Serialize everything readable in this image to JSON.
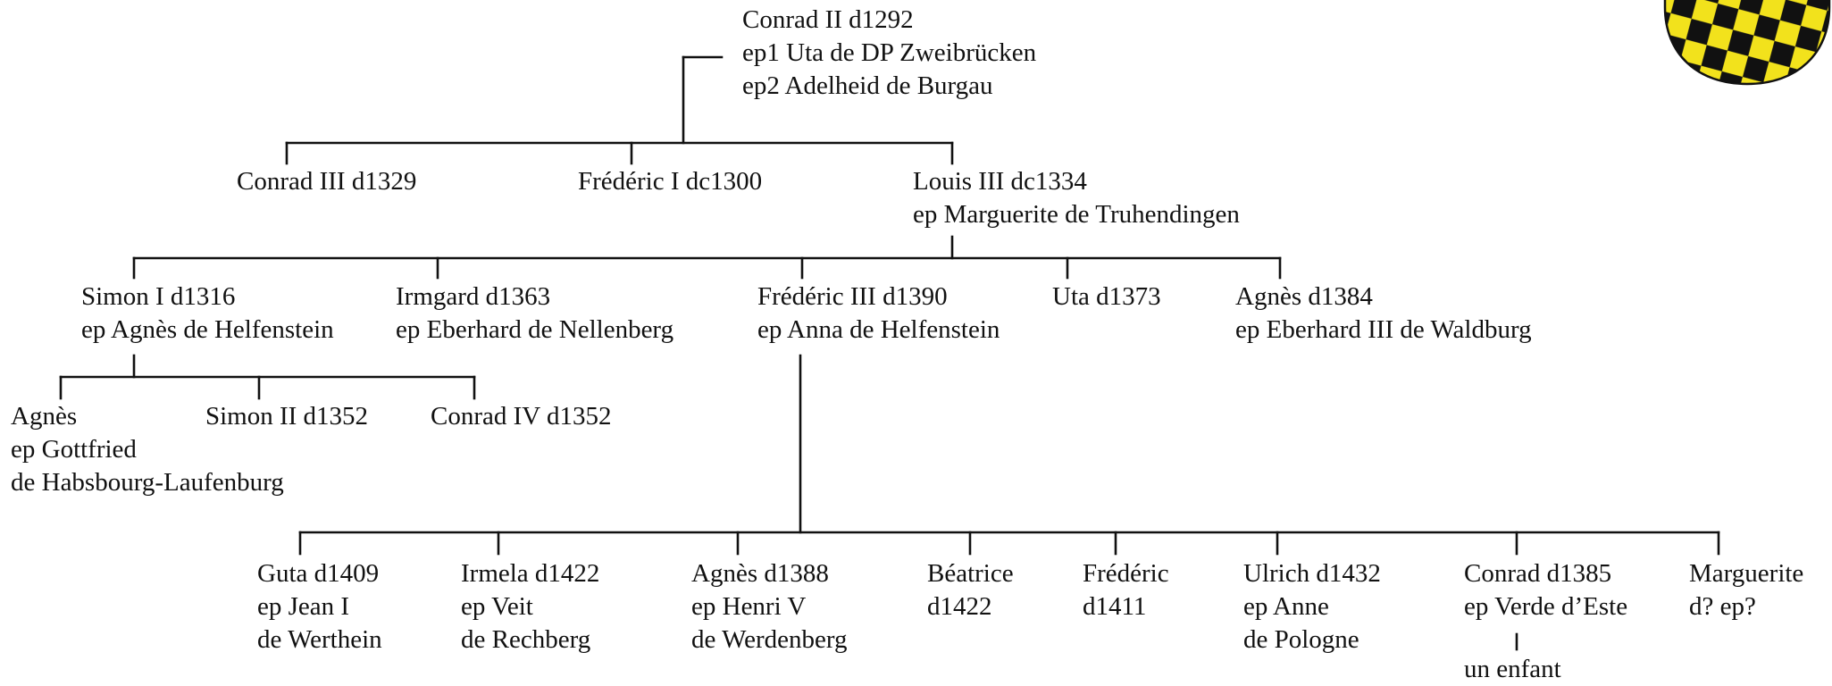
{
  "tree": {
    "root": {
      "lines": [
        "Conrad II d1292",
        "ep1 Uta de DP Zweibrücken",
        "ep2 Adelheid de Burgau"
      ]
    },
    "gen2": {
      "conrad_iii": {
        "lines": [
          "Conrad III d1329"
        ]
      },
      "frederic_i": {
        "lines": [
          "Frédéric I dc1300"
        ]
      },
      "louis_iii": {
        "lines": [
          "Louis III dc1334",
          "ep Marguerite de Truhendingen"
        ]
      }
    },
    "gen3": {
      "simon_i": {
        "lines": [
          "Simon I d1316",
          "ep Agnès de Helfenstein"
        ]
      },
      "irmgard": {
        "lines": [
          "Irmgard d1363",
          "ep Eberhard de Nellenberg"
        ]
      },
      "frederic_iii": {
        "lines": [
          "Frédéric III d1390",
          "ep Anna de Helfenstein"
        ]
      },
      "uta": {
        "lines": [
          "Uta d1373"
        ]
      },
      "agnes_1384": {
        "lines": [
          "Agnès d1384",
          "ep Eberhard III de Waldburg"
        ]
      }
    },
    "gen4_simon": {
      "agnes": {
        "lines": [
          "Agnès",
          "ep Gottfried",
          "de Habsbourg-Laufenburg"
        ]
      },
      "simon_ii": {
        "lines": [
          "Simon II d1352"
        ]
      },
      "conrad_iv": {
        "lines": [
          "Conrad IV d1352"
        ]
      }
    },
    "gen4_frederic": {
      "guta": {
        "lines": [
          "Guta d1409",
          "ep Jean I",
          "de Werthein"
        ]
      },
      "irmela": {
        "lines": [
          "Irmela d1422",
          "ep Veit",
          "de Rechberg"
        ]
      },
      "agnes_1388": {
        "lines": [
          "Agnès d1388",
          "ep Henri V",
          "de Werdenberg"
        ]
      },
      "beatrice": {
        "lines": [
          "Béatrice",
          "d1422"
        ]
      },
      "frederic": {
        "lines": [
          "Frédéric",
          "d1411"
        ]
      },
      "ulrich": {
        "lines": [
          "Ulrich d1432",
          "ep Anne",
          "de Pologne"
        ]
      },
      "conrad_1385": {
        "lines": [
          "Conrad d1385",
          "ep Verde d’Este"
        ]
      },
      "marguerite": {
        "lines": [
          "Marguerite",
          "d? ep?"
        ]
      }
    },
    "gen5": {
      "enfant": {
        "lines": [
          "un enfant"
        ]
      }
    }
  },
  "colors": {
    "line": "#111111",
    "text": "#111111",
    "shield_yellow": "#f2e21c",
    "shield_black": "#111111"
  },
  "icons": {
    "shield": "coat-of-arms-icon"
  }
}
